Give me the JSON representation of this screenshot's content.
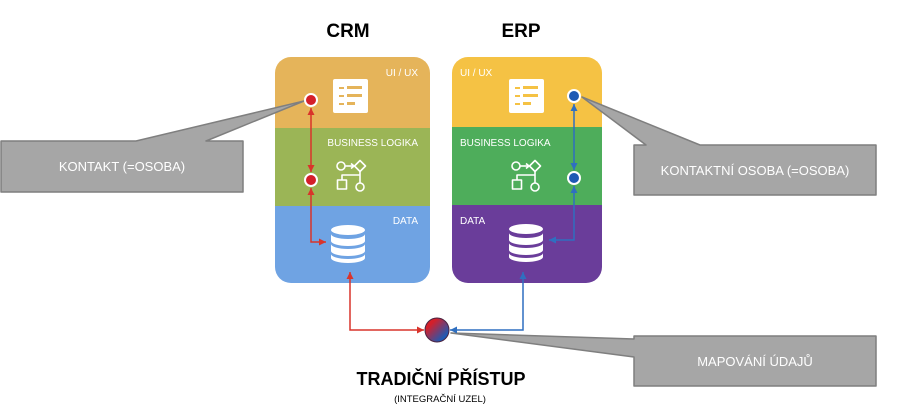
{
  "crm": {
    "title": "CRM",
    "ui_label": "UI / UX",
    "logic_label": "BUSINESS LOGIKA",
    "data_label": "DATA",
    "colors": {
      "ui": "#E5B45A",
      "logic": "#9BB556",
      "data": "#6FA3E3",
      "link": "#D9342B",
      "dot": "#D41F2A"
    }
  },
  "erp": {
    "title": "ERP",
    "ui_label": "UI / UX",
    "logic_label": "BUSINESS LOGIKA",
    "data_label": "DATA",
    "colors": {
      "ui": "#F5C244",
      "logic": "#4EAD5B",
      "data": "#6A3D9A",
      "link": "#2F6FC0",
      "dot": "#1E5AB4"
    }
  },
  "callouts": {
    "contact": "KONTAKT (=OSOBA)",
    "contact_person": "KONTAKTNÍ OSOBA (=OSOBA)",
    "mapping": "MAPOVÁNÍ ÚDAJŮ"
  },
  "approach": {
    "title": "TRADIČNÍ PŘÍSTUP",
    "subtitle": "(INTEGRAČNÍ UZEL)"
  },
  "icons": {
    "ui_layer": "form-icon",
    "logic_layer": "flowchart-icon",
    "data_layer": "database-icon",
    "integration_node": "integration-node-icon",
    "connector": "arrow-head-icon"
  },
  "colors": {
    "callout_fill": "#A6A6A6",
    "callout_border": "#7F7F7F",
    "callout_text": "#FFFFFF",
    "title_text": "#000000"
  }
}
